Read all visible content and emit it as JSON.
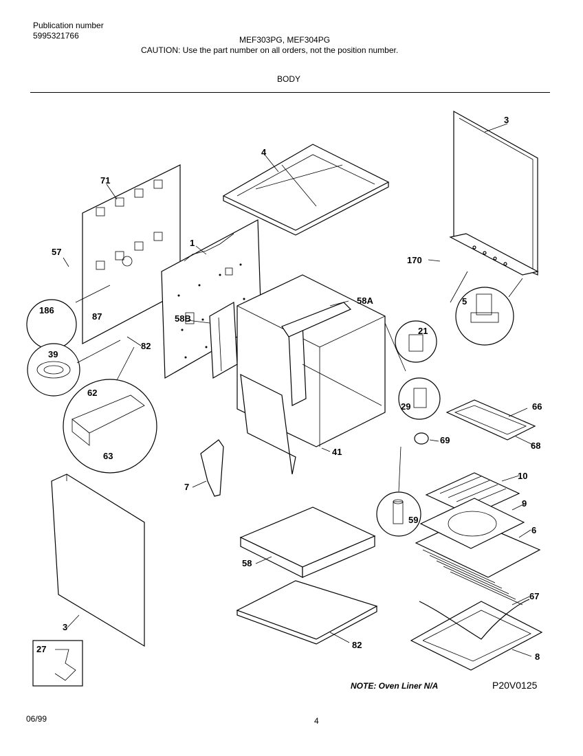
{
  "header": {
    "publication_label": "Publication number",
    "publication_number": "5995321766",
    "models": "MEF303PG, MEF304PG",
    "caution": "CAUTION:  Use the part number on all orders, not the position number.",
    "section_title": "BODY"
  },
  "callouts": {
    "c3_top": "3",
    "c4": "4",
    "c71": "71",
    "c1": "1",
    "c57": "57",
    "c170": "170",
    "c5": "5",
    "c186": "186",
    "c87": "87",
    "c58b": "58B",
    "c58a": "58A",
    "c21": "21",
    "c82_top": "82",
    "c39": "39",
    "c62": "62",
    "c63": "63",
    "c29": "29",
    "c66": "66",
    "c68": "68",
    "c69": "69",
    "c41": "41",
    "c7": "7",
    "c10": "10",
    "c9": "9",
    "c6": "6",
    "c59": "59",
    "c58": "58",
    "c67": "67",
    "c3_bottom": "3",
    "c82_bottom": "82",
    "c8": "8",
    "c27": "27"
  },
  "footer": {
    "note": "NOTE:  Oven Liner N/A",
    "diagram_code": "P20V0125",
    "date": "06/99",
    "page_number": "4"
  }
}
